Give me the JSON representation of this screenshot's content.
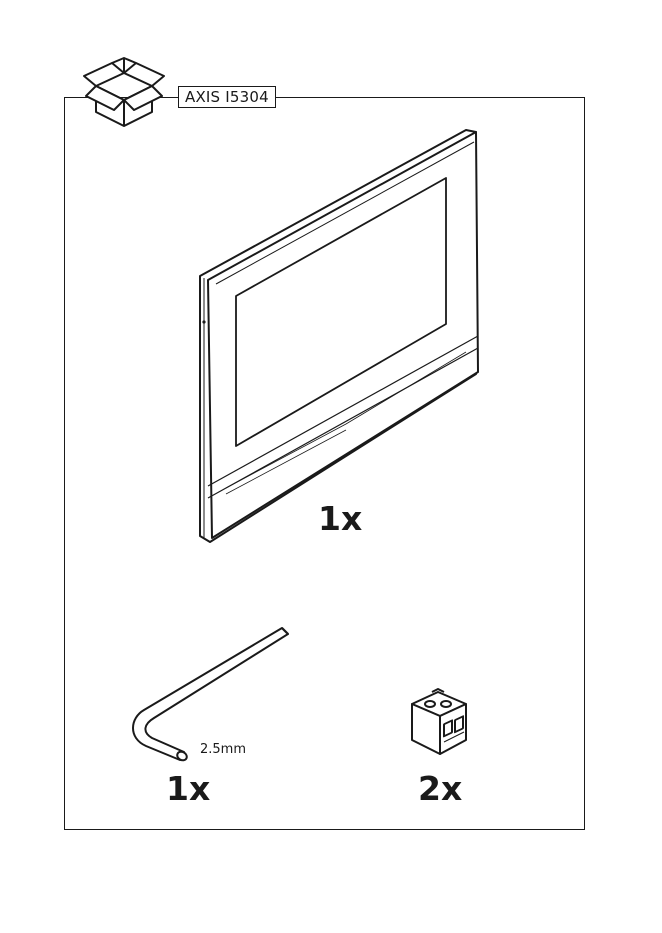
{
  "header": {
    "model_label": "AXIS I5304",
    "box_icon": "open-box-icon"
  },
  "items": [
    {
      "name": "intercom-display-panel",
      "icon": "display-panel-icon",
      "quantity": "1x"
    },
    {
      "name": "hex-key",
      "icon": "allen-key-icon",
      "quantity": "1x",
      "size_label": "2.5mm"
    },
    {
      "name": "terminal-block-connector",
      "icon": "terminal-block-icon",
      "quantity": "2x"
    }
  ],
  "colors": {
    "line": "#1a1a1a",
    "background": "#ffffff"
  }
}
